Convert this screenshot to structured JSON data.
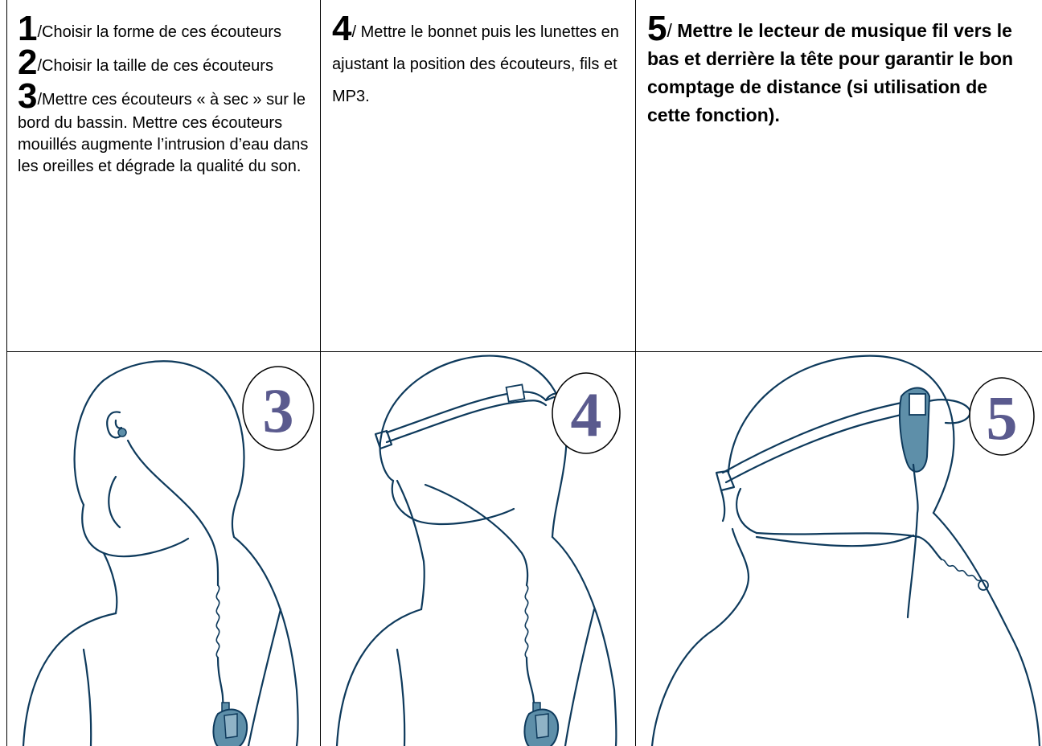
{
  "colors": {
    "line": "#0e3a5c",
    "device": "#5e8fa9",
    "badge_number": "#5a5a8e"
  },
  "steps": {
    "s1": {
      "num": "1",
      "text": "/Choisir la forme de ces écouteurs"
    },
    "s2": {
      "num": "2",
      "text": "/Choisir la taille de ces écouteurs"
    },
    "s3": {
      "num": "3",
      "text": "/Mettre ces écouteurs « à sec » sur le bord du bassin. Mettre ces écouteurs mouillés augmente l’intrusion d’eau dans les oreilles et dégrade la qualité du son."
    },
    "s4": {
      "num": "4",
      "text": "/ Mettre le bonnet puis les lunettes en ajustant la position des écouteurs, fils et MP3."
    },
    "s5": {
      "num": "5",
      "sep": "/ ",
      "text": "Mettre le lecteur de musique fil vers le bas et derrière la tête pour garantir le bon comptage de distance (si utilisation de cette fonction)."
    }
  },
  "illustrations": {
    "panel3": {
      "badge": "3",
      "icon": "swimmer-earphones-illustration"
    },
    "panel4": {
      "badge": "4",
      "icon": "swimmer-cap-goggles-illustration"
    },
    "panel5": {
      "badge": "5",
      "icon": "swimmer-mp3-behind-head-illustration"
    }
  }
}
